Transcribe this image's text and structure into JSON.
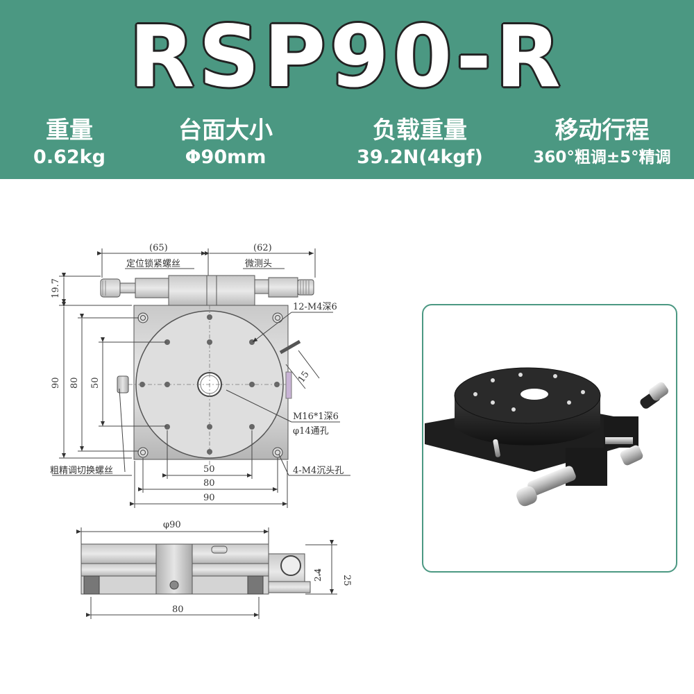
{
  "title": "RSP90-R",
  "specs": [
    {
      "label": "重量",
      "value": "0.62kg"
    },
    {
      "label": "台面大小",
      "value": "Φ90mm"
    },
    {
      "label": "负载重量",
      "value": "39.2N(4kgf)"
    },
    {
      "label": "移动行程",
      "value": "360°粗调±5°精调"
    }
  ],
  "drawing": {
    "dim_65": "(65)",
    "dim_62": "(62)",
    "lock_screw": "定位锁紧螺丝",
    "micrometer": "微测头",
    "dim_19_7": "19.7",
    "holes_12": "12-M4深6",
    "dim_15": "15",
    "m16": "M16*1深6",
    "through_14": "φ14通孔",
    "switch_screw": "粗精调切换螺丝",
    "countersink": "4-M4沉头孔",
    "dim_90_v": "90",
    "dim_80_v": "80",
    "dim_50_v": "50",
    "dim_50_h": "50",
    "dim_80_h": "80",
    "dim_90_h": "90",
    "dia_90": "φ90",
    "dim_25": "25",
    "dim_2_4": "2.4",
    "dim_80_side": "80"
  }
}
